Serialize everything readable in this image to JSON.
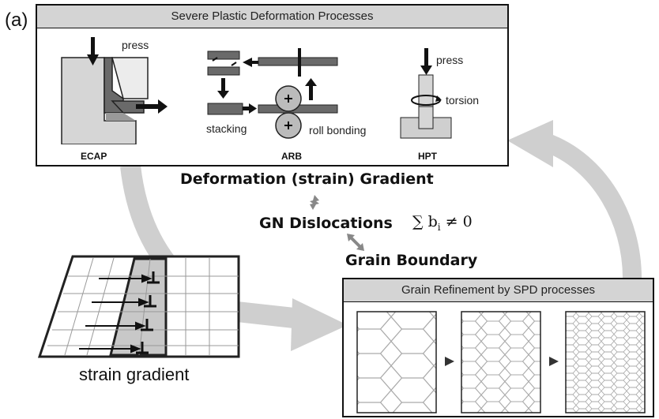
{
  "panel_label": "(a)",
  "spd_panel": {
    "title": "Severe Plastic Deformation Processes",
    "ecap": {
      "caption": "ECAP",
      "press_label": "press"
    },
    "arb": {
      "caption": "ARB",
      "stacking_label": "stacking",
      "roll_bonding_label": "roll bonding"
    },
    "hpt": {
      "caption": "HPT",
      "press_label": "press",
      "torsion_label": "torsion"
    }
  },
  "center": {
    "deformation_gradient": "Deformation (strain) Gradient",
    "gn_dislocations": "GN Dislocations",
    "formula": "∑ b",
    "formula_sub": "i",
    "formula_rest": " ≠ 0",
    "grain_boundary": "Grain Boundary"
  },
  "strain_gradient_caption": "strain gradient",
  "refinement_panel": {
    "title": "Grain Refinement by SPD processes"
  },
  "colors": {
    "panel_header": "#d4d4d4",
    "flow_arrow": "#cfcfcf",
    "dark_gray": "#6a6a6a",
    "light_gray": "#cfcfcf"
  },
  "icons": [
    "down-arrow-icon",
    "right-arrow-icon",
    "dislocation-icon",
    "double-arrow-icon"
  ]
}
